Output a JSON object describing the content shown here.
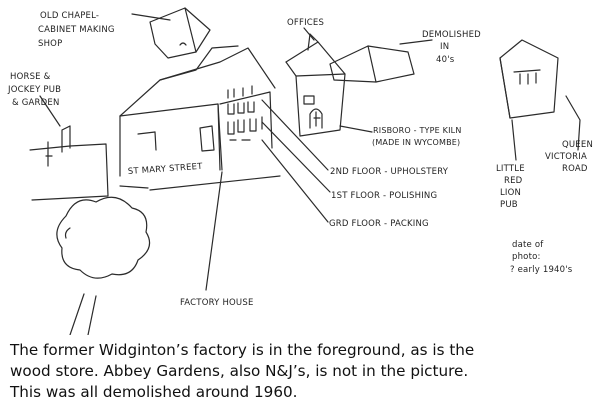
{
  "labels": {
    "chapel_line1": "OLD CHAPEL-",
    "chapel_line2": "CABINET MAKING",
    "chapel_line3": "SHOP",
    "offices": "OFFICES",
    "demolished_line1": "DEMOLISHED",
    "demolished_line2": "IN",
    "demolished_line3": "40's",
    "horse_line1": "HORSE &",
    "horse_line2": "JOCKEY PUB",
    "horse_line3": "& GARDEN",
    "kiln_line1": "RISBORO - TYPE KILN",
    "kiln_line2": "(MADE IN WYCOMBE)",
    "queen_line1": "QUEEN",
    "queen_line2": "VICTORIA",
    "queen_line3": "ROAD",
    "lion_line1": "LITTLE",
    "lion_line2": "RED",
    "lion_line3": "LION",
    "lion_line4": "PUB",
    "street": "ST MARY STREET",
    "floor2": "2ND FLOOR - UPHOLSTERY",
    "floor1": "1ST FLOOR - POLISHING",
    "floor_grd": "GRD FLOOR - PACKING",
    "date_line1": "date of",
    "date_line2": "photo:",
    "date_line3": "? early 1940's",
    "factory_house": "FACTORY HOUSE"
  },
  "caption": {
    "line1": "The former Widginton’s factory is in the foreground, as is the",
    "line2": "wood store.  Abbey Gardens, also N&J’s, is not in the picture.",
    "line3": "This was all demolished around 1960."
  }
}
